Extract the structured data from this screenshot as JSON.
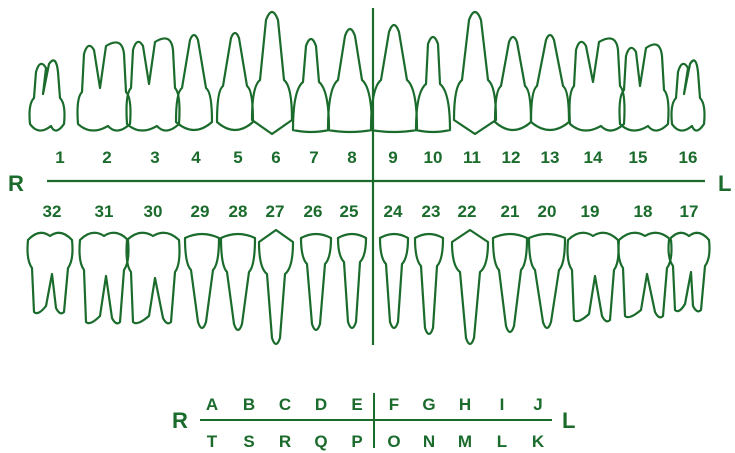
{
  "colors": {
    "ink": "#1a6b2c",
    "background": "#ffffff"
  },
  "permanent": {
    "side_left": "R",
    "side_right": "L",
    "upper_numbers": [
      "1",
      "2",
      "3",
      "4",
      "5",
      "6",
      "7",
      "8",
      "9",
      "10",
      "11",
      "12",
      "13",
      "14",
      "15",
      "16"
    ],
    "lower_numbers": [
      "32",
      "31",
      "30",
      "29",
      "28",
      "27",
      "26",
      "25",
      "24",
      "23",
      "22",
      "21",
      "20",
      "19",
      "18",
      "17"
    ]
  },
  "primary": {
    "side_left": "R",
    "side_right": "L",
    "upper_letters": [
      "A",
      "B",
      "C",
      "D",
      "E",
      "F",
      "G",
      "H",
      "I",
      "J"
    ],
    "lower_letters": [
      "T",
      "S",
      "R",
      "Q",
      "P",
      "O",
      "N",
      "M",
      "L",
      "K"
    ]
  }
}
